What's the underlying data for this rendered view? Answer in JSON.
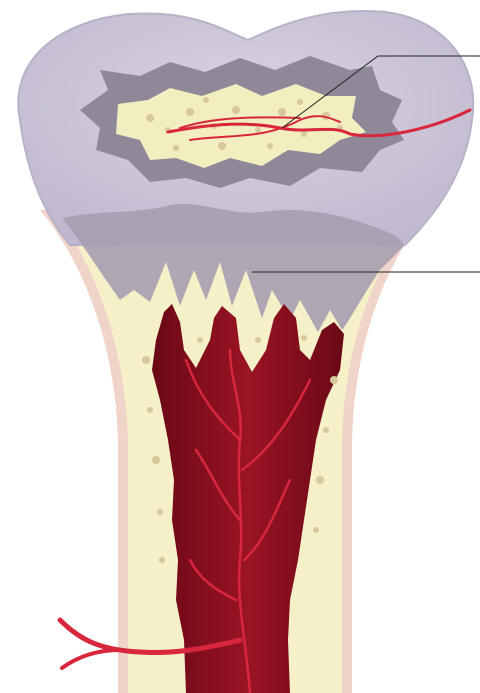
{
  "diagram": {
    "subject": "bone-ossification-illustration",
    "colors": {
      "cartilage": "#cfc9d9",
      "cartilage_edge": "#b9b1c7",
      "calcified_zone": "#a69eb0",
      "bone": "#f5f0c8",
      "bone_edge": "#e9c9b4",
      "periosteum": "#f1d4c9",
      "marrow": "#8e0f1e",
      "marrow_dark": "#6a0816",
      "vessel": "#d8273c",
      "vessel_light": "#f06678",
      "spongy_spot": "#d7c79a",
      "leader_line": "#222222"
    },
    "leaders": [
      {
        "id": "secondary-ossification-center",
        "label": ""
      },
      {
        "id": "epiphyseal-growth-plate",
        "label": ""
      }
    ]
  }
}
